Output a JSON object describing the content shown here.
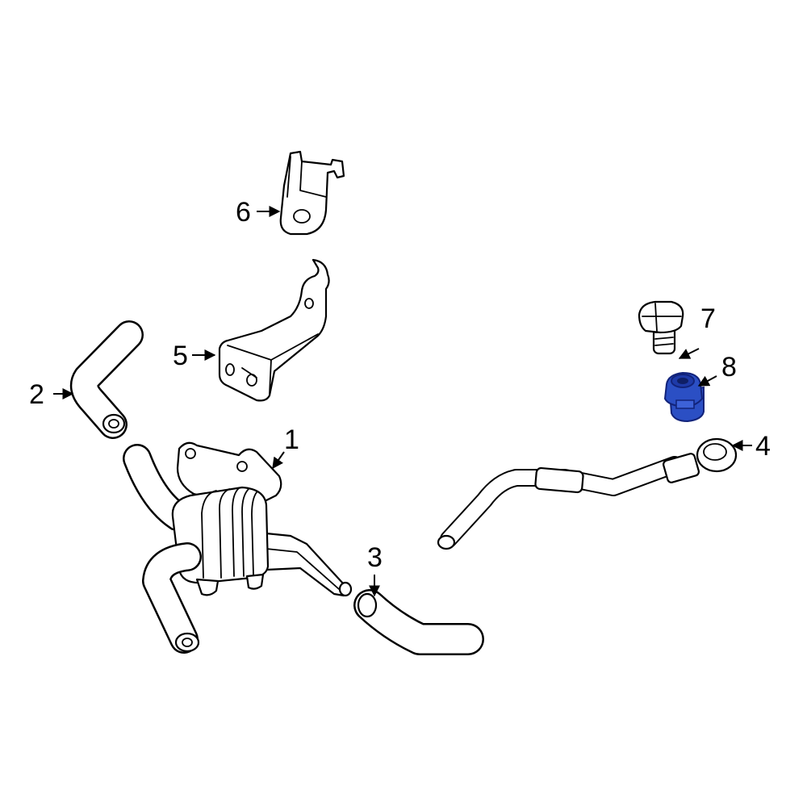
{
  "colors": {
    "line": "#000000",
    "background": "#ffffff",
    "highlight_fill": "#2b4fc4",
    "highlight_stroke": "#12237a"
  },
  "callouts": [
    {
      "label": "1",
      "part": "oil-cooler"
    },
    {
      "label": "2",
      "part": "hose"
    },
    {
      "label": "3",
      "part": "hose"
    },
    {
      "label": "4",
      "part": "tube"
    },
    {
      "label": "5",
      "part": "bracket"
    },
    {
      "label": "6",
      "part": "bracket"
    },
    {
      "label": "7",
      "part": "bolt"
    },
    {
      "label": "8",
      "part": "grommet",
      "highlighted": true
    }
  ]
}
